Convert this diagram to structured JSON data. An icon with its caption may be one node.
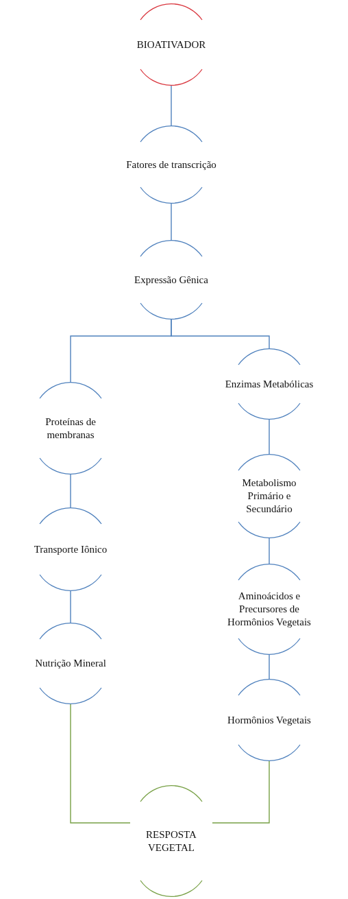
{
  "diagram": {
    "nodes": [
      {
        "text": [
          "BIOATIVADOR"
        ]
      },
      {
        "text": [
          "Fatores de transcrição"
        ]
      },
      {
        "text": [
          "Expressão Gênica"
        ]
      },
      {
        "text": [
          "Proteínas de membranas"
        ]
      },
      {
        "text": [
          "Transporte Iônico"
        ]
      },
      {
        "text": [
          "Nutrição Mineral"
        ]
      },
      {
        "text": [
          "Enzimas Metabólicas"
        ]
      },
      {
        "text": [
          "Metabolismo Primário e Secundário"
        ]
      },
      {
        "text": [
          "Aminoácidos e Precursores de Hormônios Vegetais"
        ]
      },
      {
        "text": [
          "Hormônios Vegetais"
        ]
      },
      {
        "text": [
          "RESPOSTA VEGETAL"
        ]
      }
    ],
    "edges": [
      {
        "from": 0,
        "to": 1,
        "arrow": "none"
      },
      {
        "from": 1,
        "to": 2,
        "arrow": "none"
      },
      {
        "from": 2,
        "to": 3,
        "arrow": "none"
      },
      {
        "from": 2,
        "to": 6,
        "arrow": "none"
      },
      {
        "from": 3,
        "to": 4,
        "arrow": "none"
      },
      {
        "from": 4,
        "to": 5,
        "arrow": "none"
      },
      {
        "from": 6,
        "to": 7,
        "arrow": "none"
      },
      {
        "from": 7,
        "to": 8,
        "arrow": "none"
      },
      {
        "from": 8,
        "to": 9,
        "arrow": "none"
      },
      {
        "from": 5,
        "to": 10,
        "arrow": "none",
        "color": "#77a045"
      },
      {
        "from": 9,
        "to": 10,
        "arrow": "none",
        "color": "#77a045"
      }
    ]
  }
}
